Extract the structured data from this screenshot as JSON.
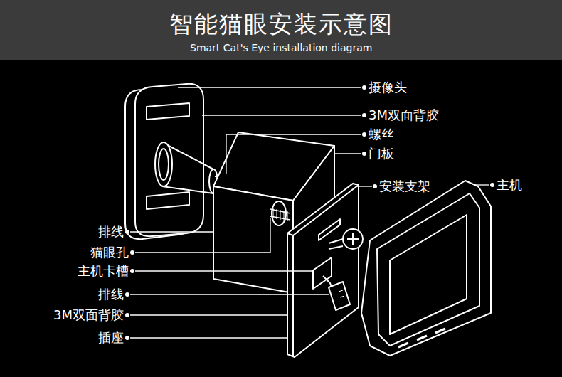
{
  "diagram": {
    "title": "智能猫眼安装示意图",
    "labels": [
      "Smart Cat's Eye installation diagram",
      "摄像头",
      "3M双面背胶",
      "螺丝",
      "门板",
      "安装支架",
      "主机",
      "排线",
      "猫眼孔",
      "主机卡槽",
      "排线",
      "3M双面背胶",
      "插座"
    ]
  }
}
